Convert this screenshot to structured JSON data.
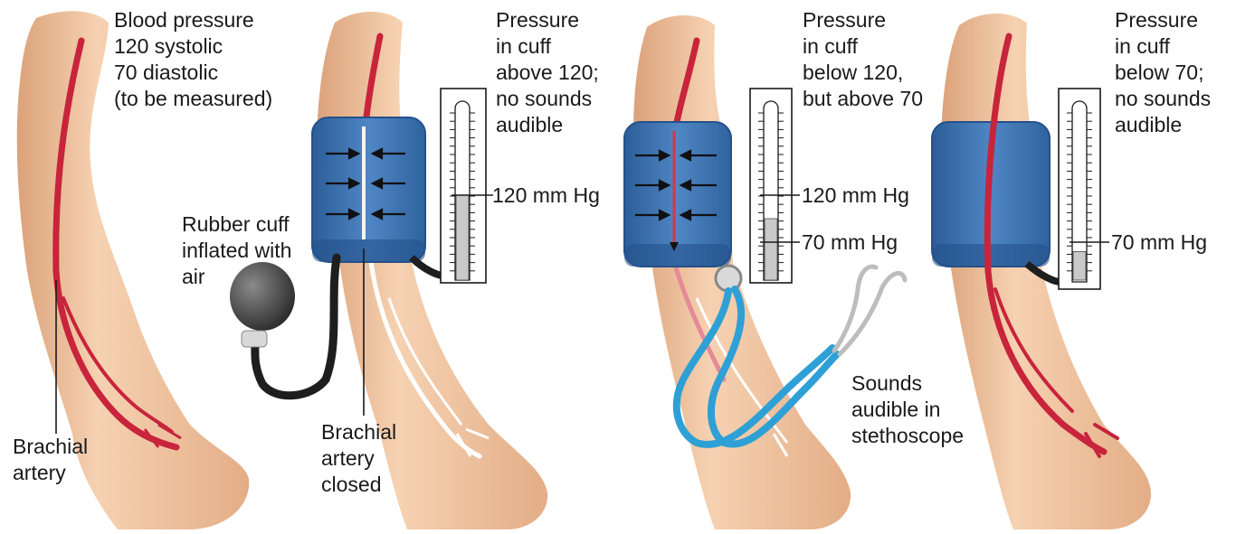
{
  "colors": {
    "skin": "#f0c7a4",
    "skin_shade": "#d99f76",
    "artery": "#c8243c",
    "vein": "#ffffff",
    "cuff": "#3e76b3",
    "cuff_dark": "#2a5a92",
    "bulb": "#3b3b3b",
    "tubing": "#2ea0d6",
    "gauge_fill": "#c9c9c9"
  },
  "panels": [
    {
      "id": "normal",
      "note": "Blood pressure\n120 systolic\n70 diastolic\n(to be measured)",
      "artery_label": "Brachial\nartery"
    },
    {
      "id": "above-systolic",
      "note": "Pressure\nin cuff\nabove 120;\nno sounds\naudible",
      "gauge_label": "120 mm Hg",
      "gauge_level_mmhg": 120,
      "cuff_label": "Rubber cuff\ninflated with\nair",
      "artery_label": "Brachial\nartery\nclosed"
    },
    {
      "id": "between",
      "note": "Pressure\nin cuff\nbelow 120,\nbut above 70",
      "gauge_label_high": "120 mm Hg",
      "gauge_label_low": "70 mm Hg",
      "gauge_level_mmhg": 95,
      "stethoscope_label": "Sounds\naudible in\nstethoscope"
    },
    {
      "id": "below-diastolic",
      "note": "Pressure\nin cuff\nbelow 70;\nno sounds\naudible",
      "gauge_label": "70 mm Hg",
      "gauge_level_mmhg": 60
    }
  ]
}
